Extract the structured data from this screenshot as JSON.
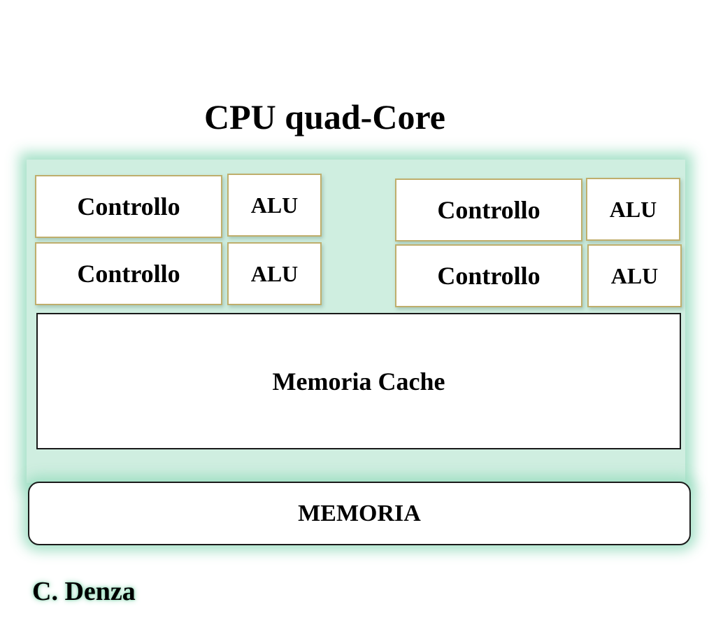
{
  "diagram": {
    "title": "CPU quad-Core",
    "cores": [
      {
        "control_label": "Controllo",
        "alu_label": "ALU"
      },
      {
        "control_label": "Controllo",
        "alu_label": "ALU"
      },
      {
        "control_label": "Controllo",
        "alu_label": "ALU"
      },
      {
        "control_label": "Controllo",
        "alu_label": "ALU"
      }
    ],
    "cache_label": "Memoria Cache",
    "memory_label": "MEMORIA",
    "author": "C. Denza"
  },
  "colors": {
    "chip_glow": "#cfeee0",
    "core_border": "#bfae6c",
    "outline": "#1a1a1a"
  }
}
